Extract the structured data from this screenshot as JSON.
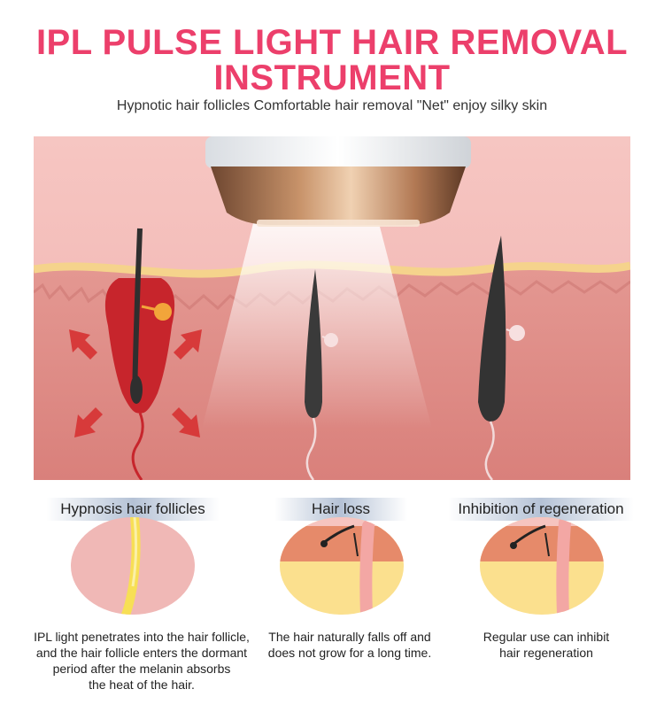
{
  "header": {
    "title_line1": "IPL PULSE LIGHT HAIR REMOVAL",
    "title_line2": "INSTRUMENT",
    "subtitle": "Hypnotic hair follicles Comfortable hair removal \"Net\" enjoy silky skin"
  },
  "colors": {
    "title": "#ec3f6b",
    "skin_top": "#f2b7b5",
    "dermis": "#df8b86",
    "fat_layer": "#f5d38c",
    "hair": "#3a3a3a",
    "follicle_red": "#c7252c",
    "arrow_red": "#d73a3a",
    "device_gold": "#a8724d"
  },
  "steps": [
    {
      "label": "Hypnosis hair follicles",
      "description_lines": [
        "IPL light penetrates into the hair follicle,",
        "and the hair follicle enters the dormant",
        "period after the melanin absorbs",
        "the heat of the hair."
      ]
    },
    {
      "label": "Hair loss",
      "description_lines": [
        "The hair naturally falls off and",
        "does not grow for a long time."
      ]
    },
    {
      "label": "Inhibition of regeneration",
      "description_lines": [
        "Regular use can inhibit",
        "hair regeneration"
      ]
    }
  ]
}
